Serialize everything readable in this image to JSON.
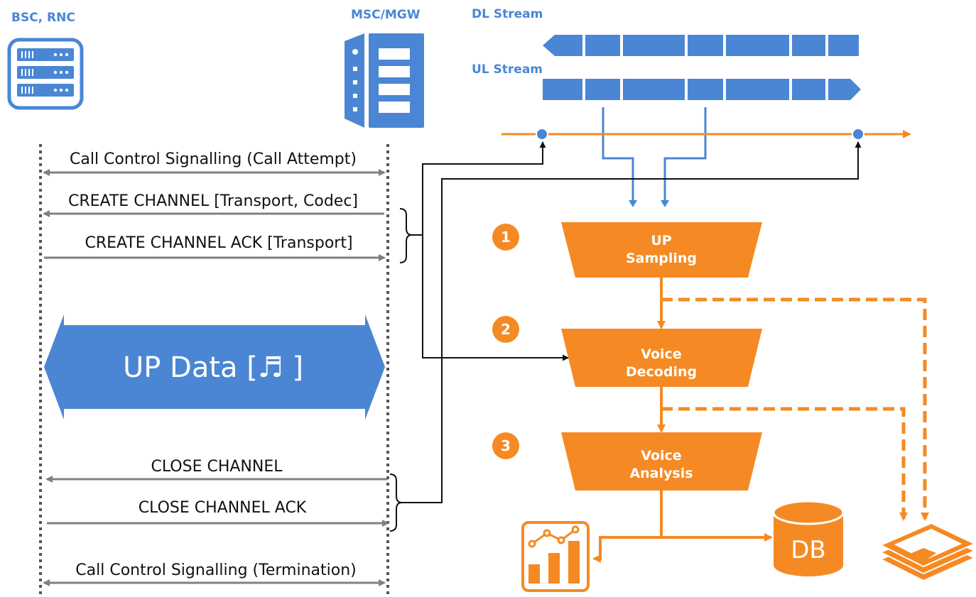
{
  "colors": {
    "blue": "#4a86d4",
    "orange": "#f58a24",
    "gray": "#808080",
    "black": "#111111"
  },
  "nodes": {
    "bsc_rnc": {
      "label": "BSC, RNC",
      "icon": "server-rack-icon"
    },
    "msc_mgw": {
      "label": "MSC/MGW",
      "icon": "switch-server-icon"
    }
  },
  "streams": {
    "dl": {
      "label": "DL Stream",
      "direction": "left"
    },
    "ul": {
      "label": "UL Stream",
      "direction": "right"
    }
  },
  "messages": [
    {
      "label": "Call Control Signalling (Call Attempt)",
      "direction": "both"
    },
    {
      "label": "CREATE CHANNEL [Transport, Codec]",
      "direction": "left"
    },
    {
      "label": "CREATE CHANNEL ACK [Transport]",
      "direction": "right"
    },
    {
      "label": "CLOSE CHANNEL",
      "direction": "left"
    },
    {
      "label": "CLOSE CHANNEL ACK",
      "direction": "right"
    },
    {
      "label": "Call Control Signalling (Termination)",
      "direction": "both"
    }
  ],
  "up_data": {
    "label": "UP Data [♬ ]"
  },
  "steps": [
    {
      "number": "1",
      "line1": "UP",
      "line2": "Sampling"
    },
    {
      "number": "2",
      "line1": "Voice",
      "line2": "Decoding"
    },
    {
      "number": "3",
      "line1": "Voice",
      "line2": "Analysis"
    }
  ],
  "outputs": {
    "chart": {
      "icon": "analytics-chart-icon"
    },
    "db": {
      "label": "DB",
      "icon": "database-icon"
    },
    "files": {
      "icon": "stacked-files-icon"
    }
  }
}
